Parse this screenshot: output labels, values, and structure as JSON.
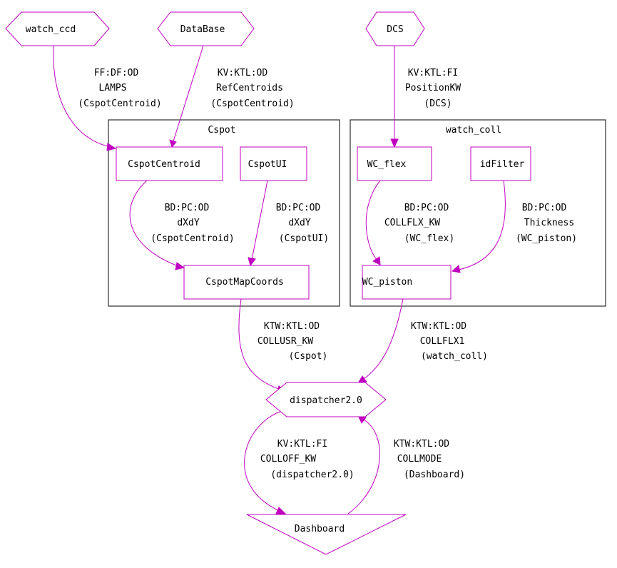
{
  "clusters": {
    "cspot": "Cspot",
    "watch_coll": "watch_coll"
  },
  "nodes": {
    "watch_ccd": "watch_ccd",
    "database": "DataBase",
    "dcs": "DCS",
    "cspot_centroid": "CspotCentroid",
    "cspot_ui": "CspotUI",
    "cspot_map_coords": "CspotMapCoords",
    "wc_flex": "WC_flex",
    "id_filter": "idFilter",
    "wc_piston": "WC_piston",
    "dispatcher": "dispatcher2.0",
    "dashboard": "Dashboard"
  },
  "edges": {
    "watch_ccd_to_centroid": [
      "FF:DF:OD",
      "LAMPS",
      "(CspotCentroid)"
    ],
    "database_to_centroid": [
      "KV:KTL:OD",
      "RefCentroids",
      "(CspotCentroid)"
    ],
    "dcs_to_wcflex": [
      "KV:KTL:FI",
      "PositionKW",
      "(DCS)"
    ],
    "centroid_to_mapcoords": [
      "BD:PC:OD",
      "dXdY",
      "(CspotCentroid)"
    ],
    "cspotui_to_mapcoords": [
      "BD:PC:OD",
      "dXdY",
      "(CspotUI)"
    ],
    "wcflex_to_piston": [
      "BD:PC:OD",
      "COLLFLX_KW",
      "(WC_flex)"
    ],
    "idfilter_to_piston": [
      "BD:PC:OD",
      "Thickness",
      "(WC_piston)"
    ],
    "mapcoords_to_dispatcher": [
      "KTW:KTL:OD",
      "COLLUSR_KW",
      "(Cspot)"
    ],
    "piston_to_dispatcher": [
      "KTW:KTL:OD",
      "COLLFLX1",
      "(watch_coll)"
    ],
    "dispatcher_to_dashboard": [
      "KV:KTL:FI",
      "COLLOFF_KW",
      "(dispatcher2.0)"
    ],
    "dashboard_to_dispatcher": [
      "KTW:KTL:OD",
      "COLLMODE",
      "(Dashboard)"
    ]
  },
  "colors": {
    "node_stroke": "#c000c0",
    "edge": "#c000c0",
    "cluster_stroke": "#000000"
  }
}
